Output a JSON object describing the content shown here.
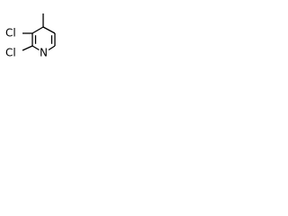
{
  "molecule": {
    "atoms": {
      "nitrogen": "N",
      "chlorine_2": "Cl",
      "chlorine_3": "Cl"
    },
    "colors": {
      "bond": "#000000",
      "label": "#000000",
      "background": "#ffffff"
    }
  }
}
